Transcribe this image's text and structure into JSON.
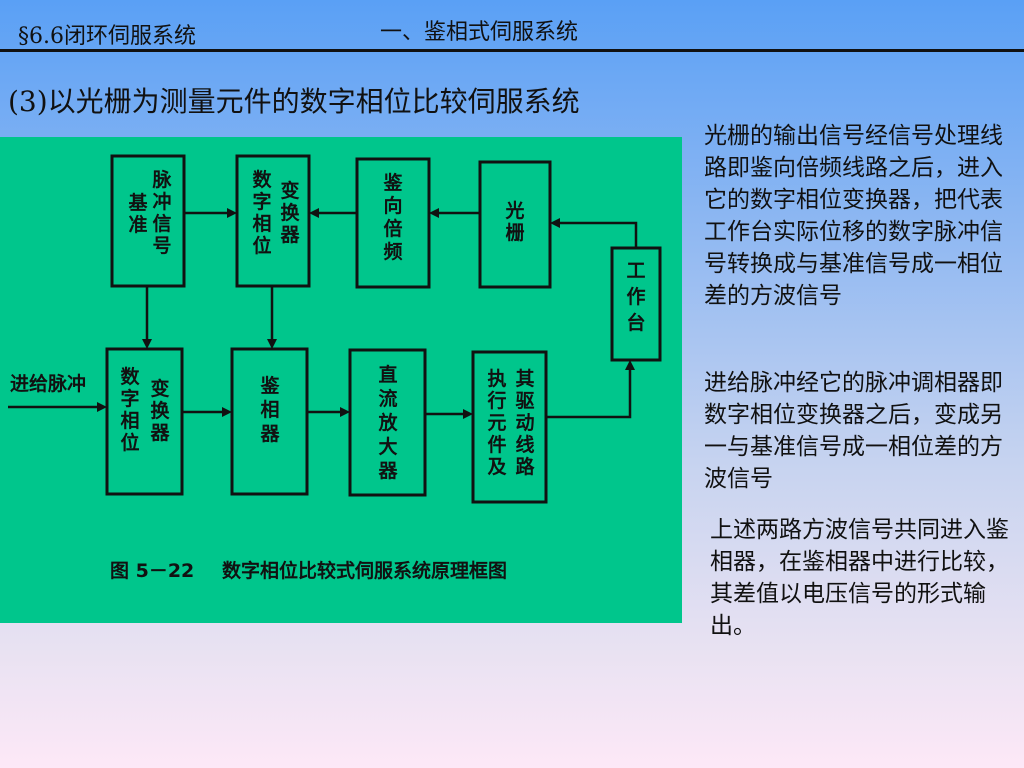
{
  "header": {
    "section": "§6.6闭环伺服系统",
    "chapter": "一、鉴相式伺服系统"
  },
  "slide": {
    "title": "(3)以光栅为测量元件的数字相位比较伺服系统"
  },
  "paragraphs": {
    "p1": "光栅的输出信号经信号处理线路即鉴向倍频线路之后，进入它的数字相位变换器，把代表工作台实际位移的数字脉冲信号转换成与基准信号成一相位差的方波信号",
    "p2": "进给脉冲经它的脉冲调相器即数字相位变换器之后，变成另一与基准信号成一相位差的方波信号",
    "p3": "上述两路方波信号共同进入鉴相器，在鉴相器中进行比较，其差值以电压信号的形式输出。"
  },
  "diagram": {
    "input_label": "进给脉冲",
    "caption_fig": "图 5－22",
    "caption_title": "数字相位比较式伺服系统原理框图",
    "blocks": {
      "ref_pulse": {
        "col1": "脉冲信号",
        "col2": "基准"
      },
      "phase_conv_top": {
        "col1": "变换器",
        "col2": "数字相位"
      },
      "direction_mult": {
        "col1": "鉴向倍频"
      },
      "grating": {
        "col1": "光栅"
      },
      "worktable": {
        "col1": "工作台"
      },
      "phase_conv_bottom": {
        "col1": "变换器",
        "col2": "数字相位"
      },
      "phase_detector": {
        "col1": "鉴相器"
      },
      "dc_amp": {
        "col1": "直流放大器"
      },
      "actuator": {
        "col1": "其驱动线路",
        "col2": "执行元件及"
      }
    }
  }
}
